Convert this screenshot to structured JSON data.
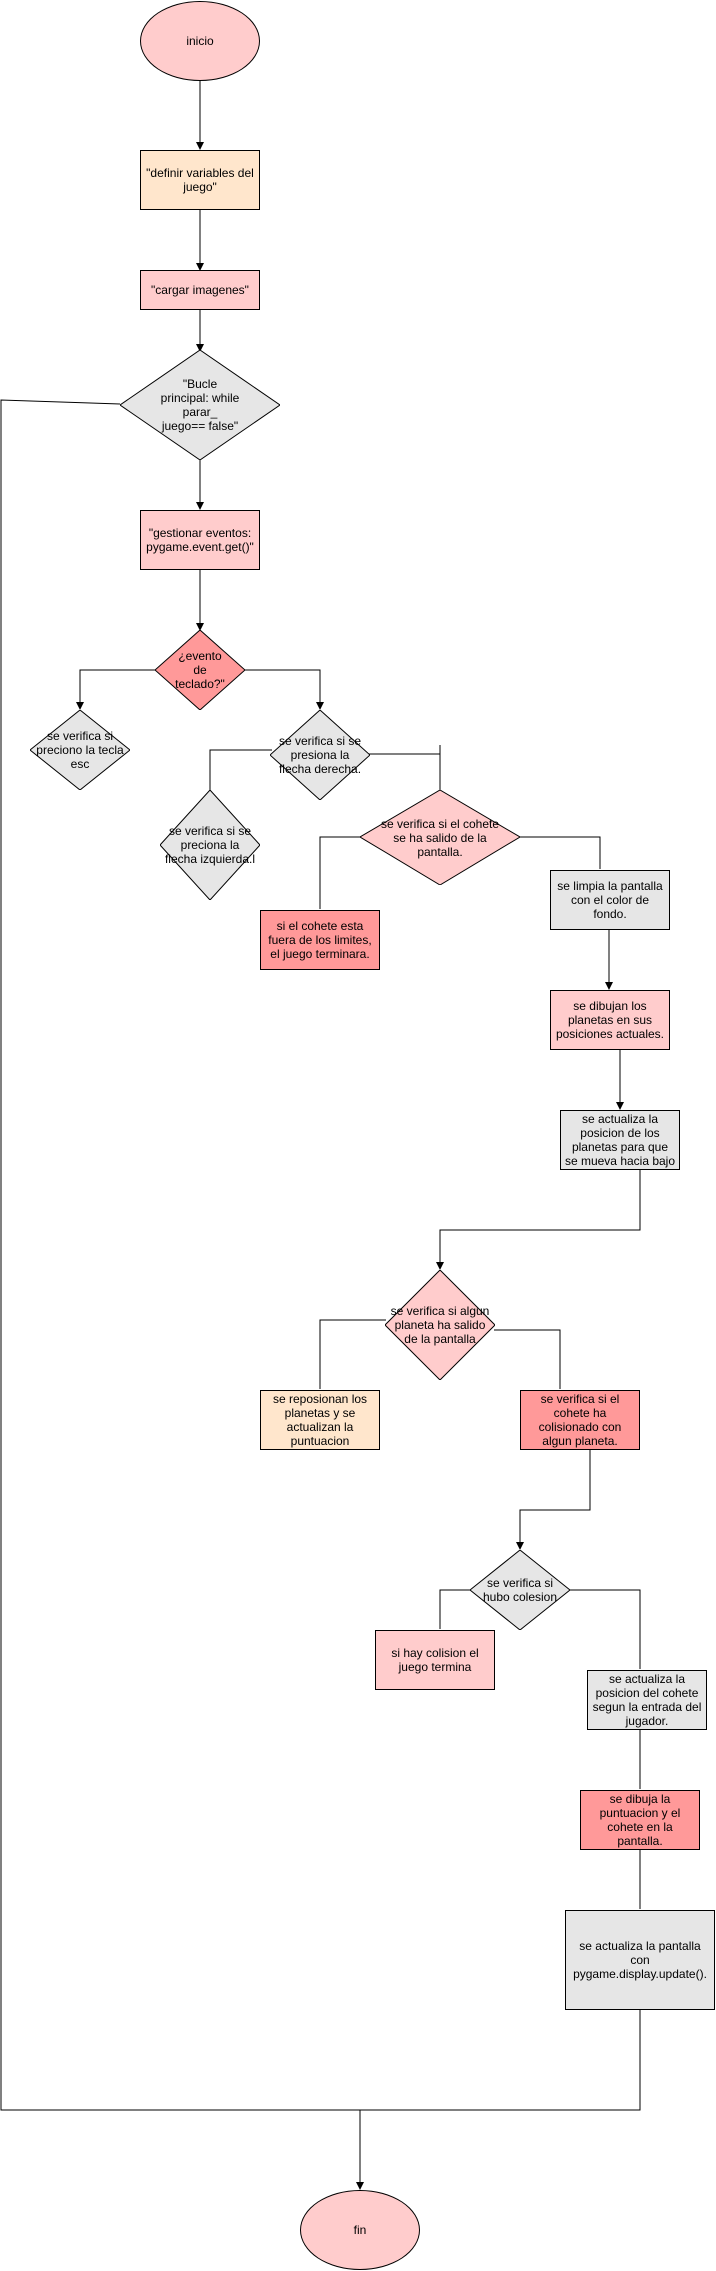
{
  "colors": {
    "pink_light": "#ffcccc",
    "peach": "#ffe6cc",
    "gray": "#e6e6e6",
    "red": "#ff9999",
    "stroke": "#000000"
  },
  "nodes": {
    "start": "inicio",
    "define_vars": "\"definir variables del juego\"",
    "load_images": "\"cargar imagenes\"",
    "main_loop": "\"Bucle principal: while parar_ juego== false\"",
    "manage_events": "\"gestionar eventos: pygame.event.get()\"",
    "keyboard_event": "¿evento de teclado?\"",
    "esc_check": "se verifica si preciono la  tecla esc",
    "right_arrow": "se verifica si se presiona la flecha derecha.",
    "left_arrow": "se verifica si se preciona la flecha izquierda.l",
    "rocket_out": "se verifica si el cohete se ha salido de la pantalla.",
    "game_ends_limits": "si el cohete esta fuera de los limites, el juego terminara.",
    "clear_screen": "se limpia la pantalla con el color de fondo.",
    "draw_planets": "se dibujan los planetas en sus posiciones actuales.",
    "update_planets": "se actualiza la posicion de los planetas para que se mueva hacia bajo",
    "planet_out": "se verifica si algun planeta ha salido de la pantalla",
    "reposition": "se reposionan los planetas y se actualizan la puntuacion",
    "collision_check": "se verifica si el cohete ha colisionado con algun planeta.",
    "was_collision": "se verifica si hubo colesion",
    "collision_end": "si hay colision el juego termina",
    "update_rocket": "se actualiza la posicion del cohete segun la entrada del jugador.",
    "draw_score": "se dibuja la puntuacion y el cohete en la pantalla.",
    "display_update": "se actualiza la pantalla con pygame.display.update().",
    "end": "fin"
  }
}
